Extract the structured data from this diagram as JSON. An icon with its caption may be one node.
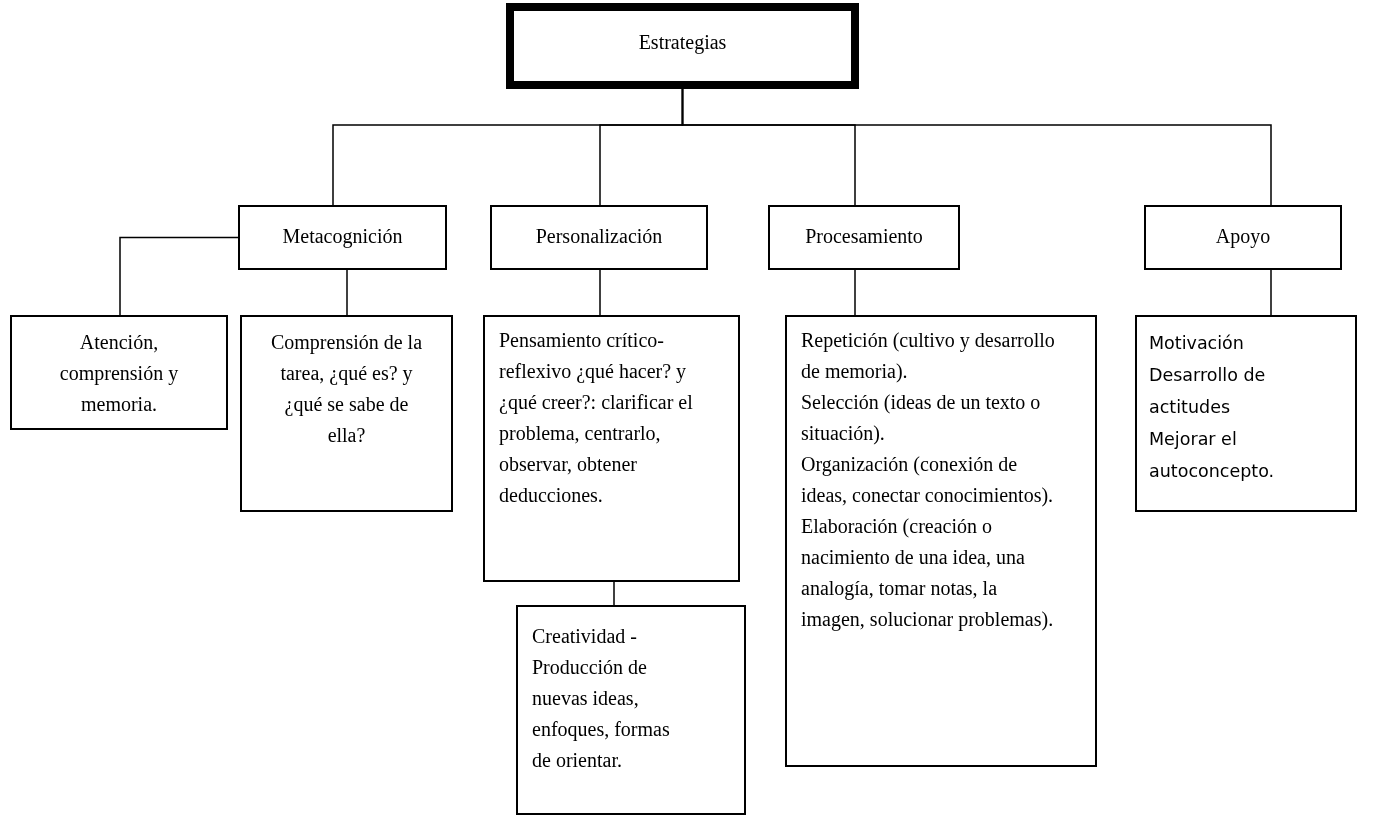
{
  "diagram": {
    "nodes": [
      {
        "text": [
          "Estrategias"
        ]
      },
      {
        "text": [
          "Metacognición"
        ]
      },
      {
        "text": [
          "Personalización"
        ]
      },
      {
        "text": [
          "Procesamiento"
        ]
      },
      {
        "text": [
          "Apoyo"
        ]
      },
      {
        "text": [
          "Atención, comprensión y memoria."
        ]
      },
      {
        "text": [
          "Comprensión de la tarea, ¿qué es? y ¿qué se sabe de ella?"
        ]
      },
      {
        "text": [
          "Pensamiento crítico-reflexivo ¿qué hacer? y ¿qué creer?: clarificar el problema, centrarlo, observar, obtener deducciones."
        ]
      },
      {
        "text": [
          "Creatividad - Producción de nuevas ideas, enfoques, formas de orientar."
        ]
      },
      {
        "text": [
          "Repetición (cultivo y desarrollo de memoria).",
          "Selección (ideas de un texto o situación).",
          "Organización (conexión de ideas, conectar conocimientos).",
          "Elaboración (creación o nacimiento de una idea, una analogía, tomar notas, la imagen, solucionar problemas)."
        ]
      },
      {
        "text": [
          "Motivación",
          "Desarrollo de actitudes",
          "Mejorar el autoconcepto."
        ]
      }
    ],
    "edges": [
      {
        "from": 0,
        "to": 1,
        "arrow": "none"
      },
      {
        "from": 0,
        "to": 2,
        "arrow": "none"
      },
      {
        "from": 0,
        "to": 3,
        "arrow": "none"
      },
      {
        "from": 0,
        "to": 4,
        "arrow": "none"
      },
      {
        "from": 1,
        "to": 5,
        "arrow": "none"
      },
      {
        "from": 1,
        "to": 6,
        "arrow": "none"
      },
      {
        "from": 2,
        "to": 7,
        "arrow": "none"
      },
      {
        "from": 7,
        "to": 8,
        "arrow": "none"
      },
      {
        "from": 3,
        "to": 9,
        "arrow": "none"
      },
      {
        "from": 4,
        "to": 10,
        "arrow": "none"
      }
    ]
  }
}
